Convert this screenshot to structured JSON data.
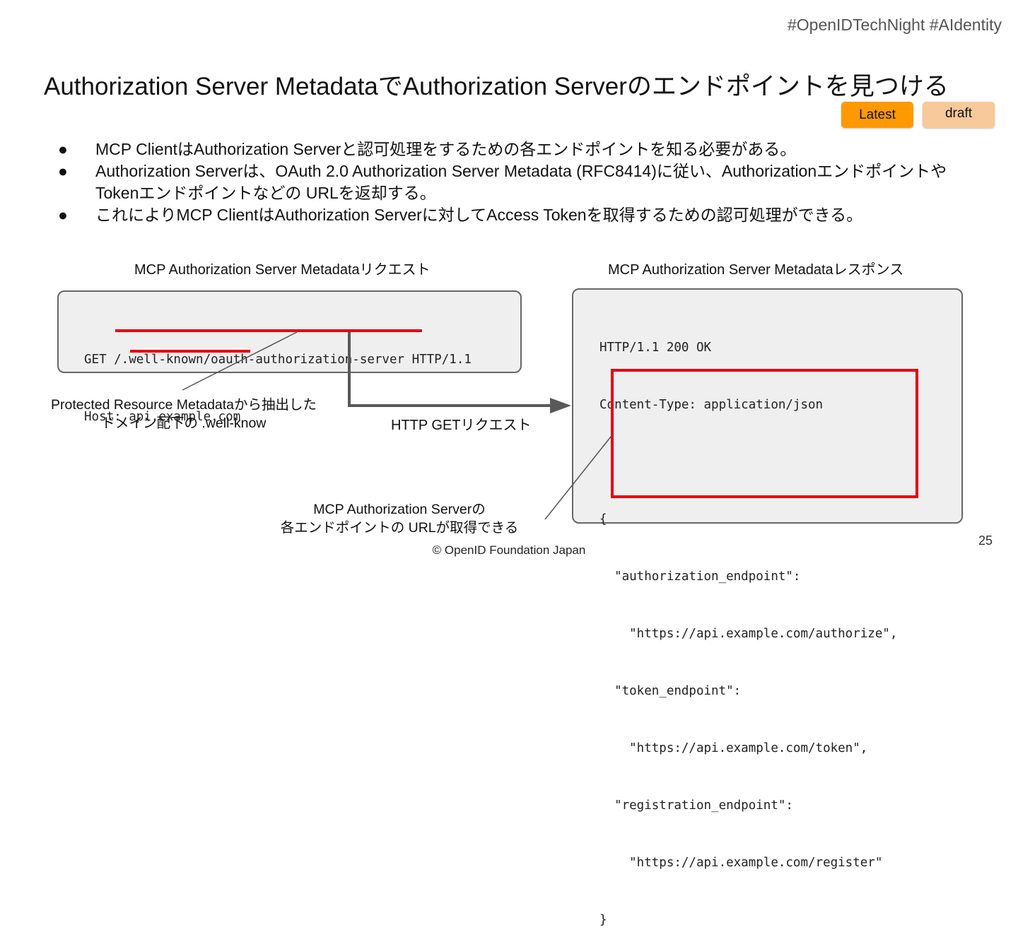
{
  "header": {
    "hashtags": "#OpenIDTechNight  #AIdentity",
    "title": "Authorization Server MetadataでAuthorization Serverのエンドポイントを見つける"
  },
  "badges": {
    "latest": "Latest",
    "draft": "draft"
  },
  "bullets": [
    "MCP ClientはAuthorization Serverと認可処理をするための各エンドポイントを知る必要がある。",
    "Authorization Serverは、OAuth 2.0 Authorization Server Metadata (RFC8414)に従い、Authorizationエンドポイントや Tokenエンドポイントなどの URLを返却する。",
    "これによりMCP ClientはAuthorization Serverに対してAccess Tokenを取得するための認可処理ができる。"
  ],
  "bullet_symbol": "●",
  "request": {
    "caption": "MCP Authorization Server Metadataリクエスト",
    "lines": [
      "GET /.well-known/oauth-authorization-server HTTP/1.1",
      "Host: api.example.com"
    ]
  },
  "response": {
    "caption": "MCP Authorization Server Metadataレスポンス",
    "lines": [
      "HTTP/1.1 200 OK",
      "Content-Type: application/json",
      "",
      "{",
      "  \"authorization_endpoint\":",
      "    \"https://api.example.com/authorize\",",
      "  \"token_endpoint\":",
      "    \"https://api.example.com/token\",",
      "  \"registration_endpoint\":",
      "    \"https://api.example.com/register\"",
      "}"
    ]
  },
  "notes": {
    "well_known": "Protected Resource Metadataから抽出した\nドメイン配下の .well-know",
    "http_get": "HTTP GETリクエスト",
    "endpoints": "MCP Authorization Serverの\n各エンドポイントの URLが取得できる"
  },
  "footer": "© OpenID Foundation Japan",
  "page_number": "25",
  "colors": {
    "accent_red": "#e8000d",
    "latest_badge": "#ff9900",
    "draft_badge": "#f8c99a",
    "code_bg": "#efefef",
    "arrow": "#595959"
  }
}
